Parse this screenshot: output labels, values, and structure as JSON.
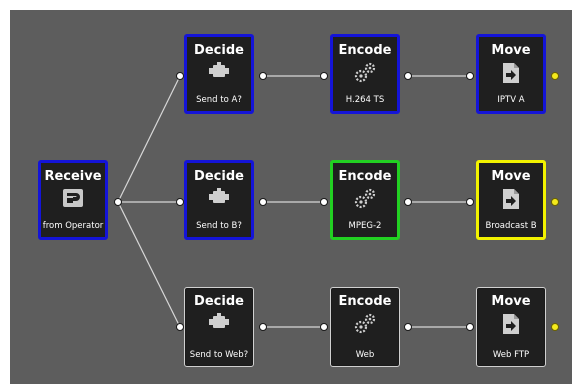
{
  "nodes": {
    "receive": {
      "title": "Receive",
      "sub": "from Operator",
      "state": "active",
      "icon": "receive-icon"
    },
    "decide_a": {
      "title": "Decide",
      "sub": "Send to A?",
      "state": "active",
      "icon": "decide-icon"
    },
    "encode_a": {
      "title": "Encode",
      "sub": "H.264 TS",
      "state": "active",
      "icon": "gears-icon"
    },
    "move_a": {
      "title": "Move",
      "sub": "IPTV A",
      "state": "active",
      "icon": "move-file-icon"
    },
    "decide_b": {
      "title": "Decide",
      "sub": "Send to B?",
      "state": "active",
      "icon": "decide-icon"
    },
    "encode_b": {
      "title": "Encode",
      "sub": "MPEG-2",
      "state": "success",
      "icon": "gears-icon"
    },
    "move_b": {
      "title": "Move",
      "sub": "Broadcast B",
      "state": "warning",
      "icon": "move-file-icon"
    },
    "decide_web": {
      "title": "Decide",
      "sub": "Send to Web?",
      "state": "idle",
      "icon": "decide-icon"
    },
    "encode_web": {
      "title": "Encode",
      "sub": "Web",
      "state": "idle",
      "icon": "gears-icon"
    },
    "move_web": {
      "title": "Move",
      "sub": "Web FTP",
      "state": "idle",
      "icon": "move-file-icon"
    }
  },
  "colors": {
    "canvas": "#5d5d5d",
    "node_fill": "#1f1f1f",
    "active_border": "#1414d8",
    "success_border": "#22d022",
    "warning_border": "#f2f200",
    "idle_border": "#d0d0d0",
    "wire": "#d7d7d7",
    "end_port": "#f4ea1c"
  }
}
